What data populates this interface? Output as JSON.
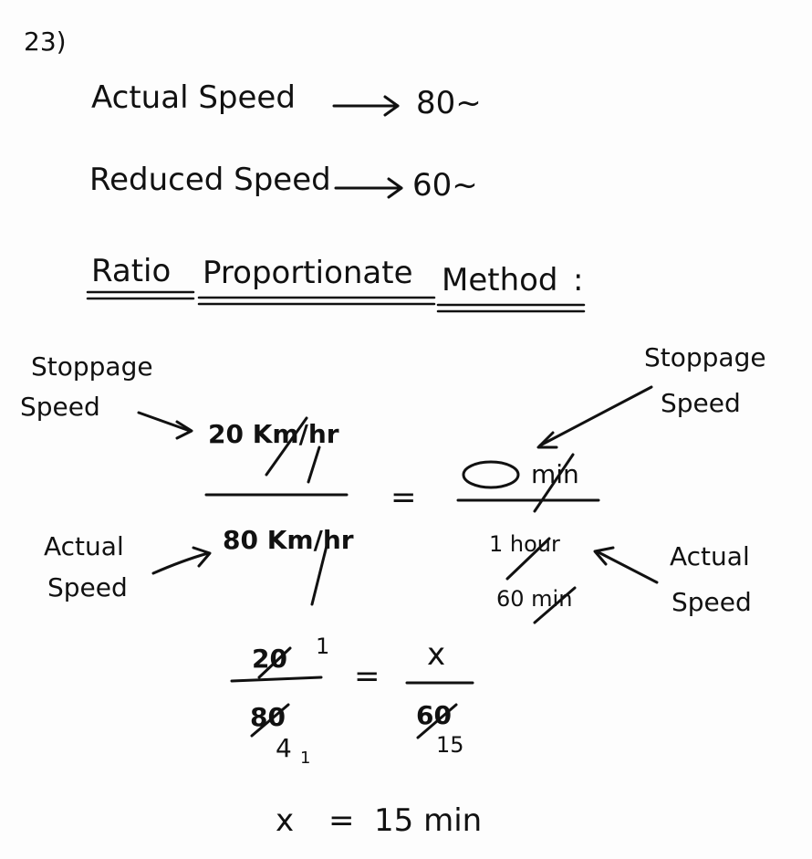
{
  "question_number": "23)",
  "given": {
    "actual_label": "Actual Speed",
    "actual_value": "80~",
    "reduced_label": "Reduced Speed",
    "reduced_value": "60~"
  },
  "method_heading": {
    "word1": "Ratio",
    "word2": "Proportionate",
    "word3": "Method",
    "colon": ":"
  },
  "left_fraction": {
    "numerator": "20 Km/hr",
    "denominator": "80 Km/hr",
    "numerator_label_line1": "Stoppage",
    "numerator_label_line2": "Speed",
    "denominator_label_line1": "Actual",
    "denominator_label_line2": "Speed"
  },
  "equals": "=",
  "right_fraction": {
    "numerator_unit": "min",
    "denominator_line1": "1 hour",
    "denominator_line2": "60 min",
    "numerator_label_line1": "Stoppage",
    "numerator_label_line2": "Speed",
    "denominator_label_line1": "Actual",
    "denominator_label_line2": "Speed"
  },
  "simplified": {
    "left_num": "20",
    "left_num_reduced": "1",
    "left_den": "80",
    "left_den_reduced": "4",
    "left_den_reduced2": "1",
    "right_num": "x",
    "right_den": "60",
    "right_den_reduced": "15"
  },
  "answer": {
    "variable": "x",
    "equals": "=",
    "value": "15 min"
  }
}
